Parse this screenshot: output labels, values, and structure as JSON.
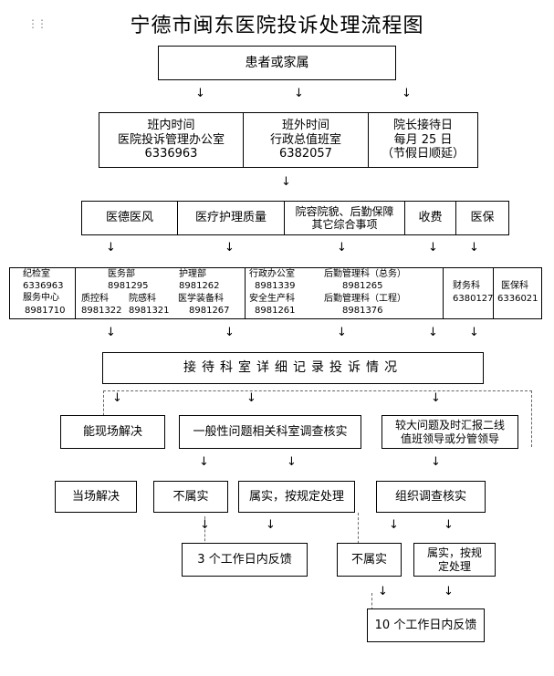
{
  "title": "宁德市闽东医院投诉处理流程图",
  "drag_handle_icon": "drag-handle-icon",
  "arrow_glyph": "↓",
  "top_box": "患者或家属",
  "channels": [
    "班内时间\n医院投诉管理办公室\n6336963",
    "班外时间\n行政总值班室\n6382057",
    "院长接待日\n每月 25 日\n（节假日顺延）"
  ],
  "categories": [
    "医德医风",
    "医疗护理质量",
    "院容院貌、后勤保障\n其它综合事项",
    "收费",
    "医保"
  ],
  "departments": {
    "c1": [
      "纪检室",
      "6336963",
      "服务中心",
      "8981710"
    ],
    "c2": [
      "医务部",
      "8981295",
      "护理部",
      "8981262",
      "质控科",
      "8981322",
      "院感科",
      "8981321",
      "医学装备科",
      "8981267"
    ],
    "c3": [
      "行政办公室",
      "8981339",
      "后勤管理科（总务）",
      "8981265",
      "安全生产科",
      "8981261",
      "后勤管理科（工程）",
      "8981376"
    ],
    "c4": [
      "财务科",
      "6380127"
    ],
    "c5": [
      "医保科",
      "6336021"
    ]
  },
  "record_box": "接待科室详细记录投诉情况",
  "level3": [
    "能现场解决",
    "一般性问题相关科室调查核实",
    "较大问题及时汇报二线\n值班领导或分管领导"
  ],
  "level4": [
    "当场解决",
    "不属实",
    "属实，按规定处理",
    "组织调查核实"
  ],
  "level5": [
    "3 个工作日内反馈",
    "不属实",
    "属实，按规\n定处理"
  ],
  "level6": "10 个工作日内反馈"
}
